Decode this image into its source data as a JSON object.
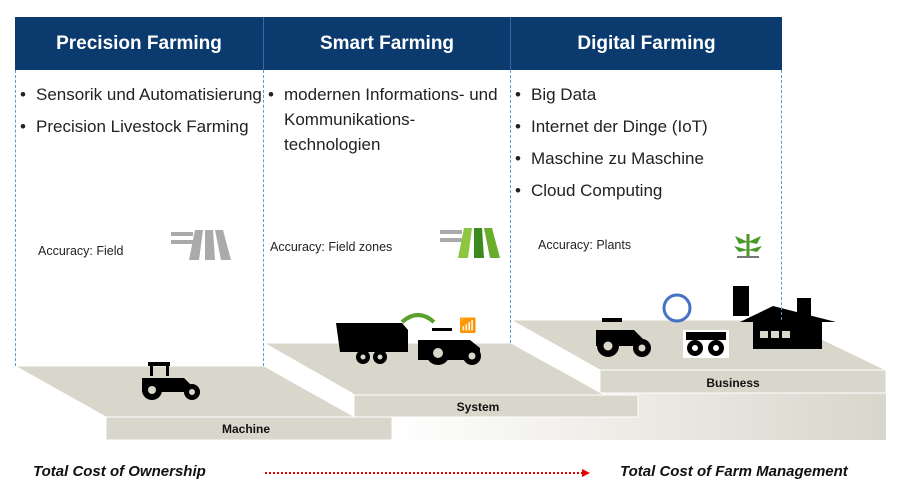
{
  "columns": [
    {
      "title": "Precision Farming",
      "items": [
        "Sensorik und Automatisierung",
        "Precision Livestock Farming"
      ],
      "accuracy": "Accuracy: Field",
      "icon": "field-icon"
    },
    {
      "title": "Smart Farming",
      "items": [
        "modernen Informations- und Kommunikations-technologien"
      ],
      "accuracy": "Accuracy: Field zones",
      "icon": "field-zones-icon"
    },
    {
      "title": "Digital Farming",
      "items": [
        "Big Data",
        "Internet der Dinge (IoT)",
        "Maschine zu Maschine",
        "Cloud Computing"
      ],
      "accuracy": "Accuracy: Plants",
      "icon": "plant-icon"
    }
  ],
  "levels": {
    "machine": "Machine",
    "system": "System",
    "business": "Business"
  },
  "footer": {
    "left": "Total Cost of Ownership",
    "right": "Total Cost of Farm Management"
  },
  "colors": {
    "header": "#0b3a6f",
    "platform": "#d9d6cb",
    "arrow": "#e00000",
    "green": "#5aa02c"
  }
}
